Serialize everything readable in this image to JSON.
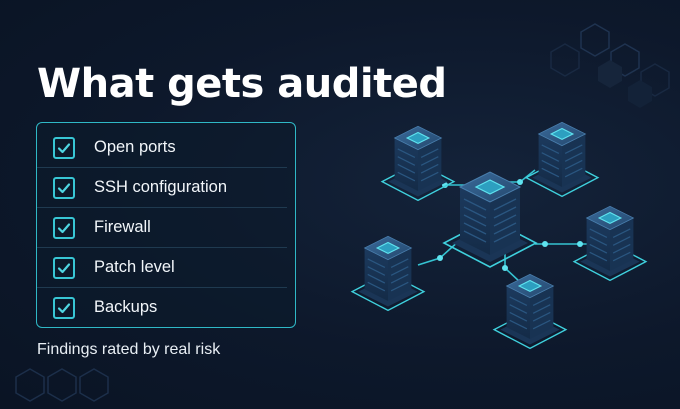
{
  "title": "What gets audited",
  "checklist": [
    {
      "label": "Open ports",
      "checked": true
    },
    {
      "label": "SSH configuration",
      "checked": true
    },
    {
      "label": "Firewall",
      "checked": true
    },
    {
      "label": "Patch level",
      "checked": true
    },
    {
      "label": "Backups",
      "checked": true
    }
  ],
  "footer": "Findings rated by real risk",
  "colors": {
    "background": "#0d182b",
    "accent": "#2fb8c6",
    "text": "#ffffff"
  },
  "icons": [
    "checkmark-icon",
    "server-icon",
    "hexagon-icon"
  ]
}
